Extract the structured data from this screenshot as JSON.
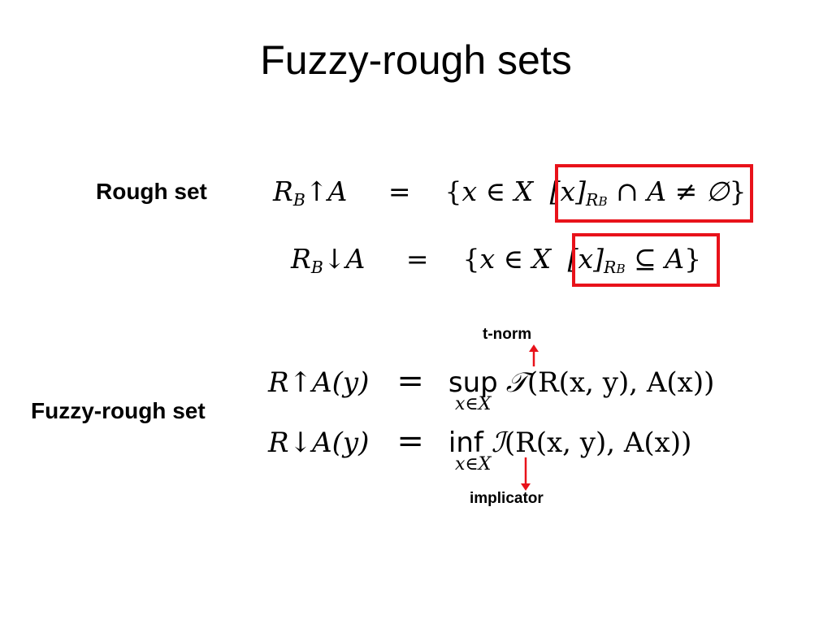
{
  "title": "Fuzzy-rough sets",
  "rough": {
    "label": "Rough set",
    "upper": {
      "lhs_R": "R",
      "lhs_sub": "B",
      "lhs_arrow": "↑",
      "lhs_A": "A",
      "eq": "=",
      "set_open": "{",
      "x": "x",
      "in": " ∈ ",
      "X": "X",
      "bracket": "[x]",
      "bracket_sub": "R",
      "bracket_subsub": "B",
      "condition": " ∩ A ≠ ∅",
      "close": "}"
    },
    "lower": {
      "lhs_R": "R",
      "lhs_sub": "B",
      "lhs_arrow": "↓",
      "lhs_A": "A",
      "eq": "=",
      "set_open": "{",
      "x": "x",
      "in": " ∈ ",
      "X": "X",
      "bracket": "[x]",
      "bracket_sub": "R",
      "bracket_subsub": "B",
      "condition": " ⊆ A",
      "close": "}"
    }
  },
  "fuzzy": {
    "label": "Fuzzy-rough set",
    "upper": {
      "lhs": "R↑A(y)",
      "eq": "=",
      "op": "sup",
      "op_under": "x∈X",
      "func": "𝒯",
      "args": "(R(x, y), A(x))"
    },
    "lower": {
      "lhs": "R↓A(y)",
      "eq": "=",
      "op": "inf",
      "op_under": "x∈X",
      "func": "ℐ",
      "args": "(R(x, y), A(x))"
    },
    "annotation_top": "t-norm",
    "annotation_bottom": "implicator"
  },
  "colors": {
    "highlight": "#e8121a",
    "text": "#000000",
    "background": "#ffffff"
  }
}
